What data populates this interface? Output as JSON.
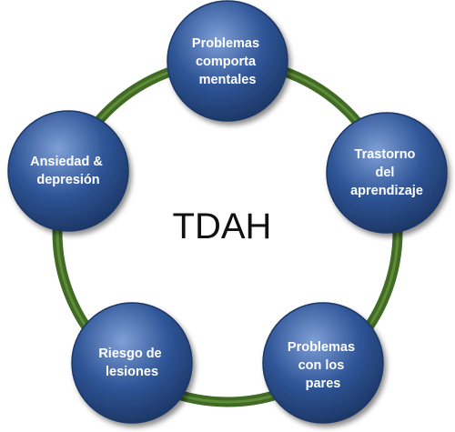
{
  "diagram": {
    "center_label": "TDAH",
    "nodes": [
      {
        "id": "top",
        "lines": [
          "Problemas",
          "comporta",
          "mentales"
        ]
      },
      {
        "id": "right",
        "lines": [
          "Trastorno",
          "del",
          "aprendizaje"
        ]
      },
      {
        "id": "bottom-right",
        "lines": [
          "Problemas",
          "con los",
          "pares"
        ]
      },
      {
        "id": "bottom-left",
        "lines": [
          "Riesgo de",
          "lesiones"
        ]
      },
      {
        "id": "left",
        "lines": [
          "Ansiedad &",
          "depresión"
        ]
      }
    ],
    "colors": {
      "ring": "#3f6b24",
      "ring_highlight": "#6f9a45",
      "node_fill": "#2f5597",
      "node_light": "#7f9fd6",
      "node_dark": "#1c3766",
      "node_text": "#ffffff",
      "center_text": "#111111"
    }
  }
}
